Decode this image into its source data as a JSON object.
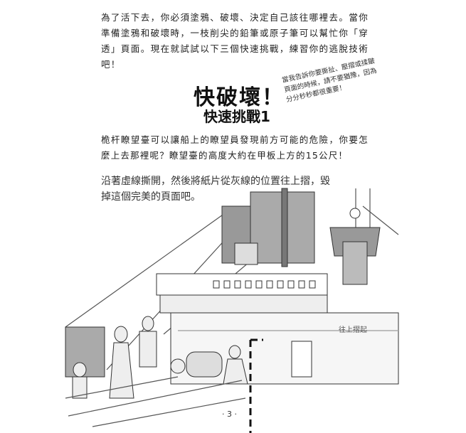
{
  "intro": "為了活下去，你必須塗鴉、破壞、決定自己該往哪裡去。當你準備塗鴉和破壞時，一枝削尖的鉛筆或原子筆可以幫忙你「穿透」頁面。現在就試試以下三個快速挑戰，練習你的逃脫技術吧！",
  "title": "快破壞！",
  "subtitle": "快速挑戰1",
  "side_note": "當我告訴你要撕扯、壓摺或揉皺頁面的時候，請不要猶豫，因為分分秒秒都很重要！",
  "challenge_text": "桅杆瞭望臺可以讓船上的瞭望員發現前方可能的危險，你要怎麼上去那裡呢？瞭望臺的高度大約在甲板上方的15公尺！",
  "instruction": "沿著虛線撕開，然後將紙片從灰線的位置往上摺，毀掉這個完美的頁面吧。",
  "fold_label": "往上摺起",
  "page_number": "· 3 ·"
}
